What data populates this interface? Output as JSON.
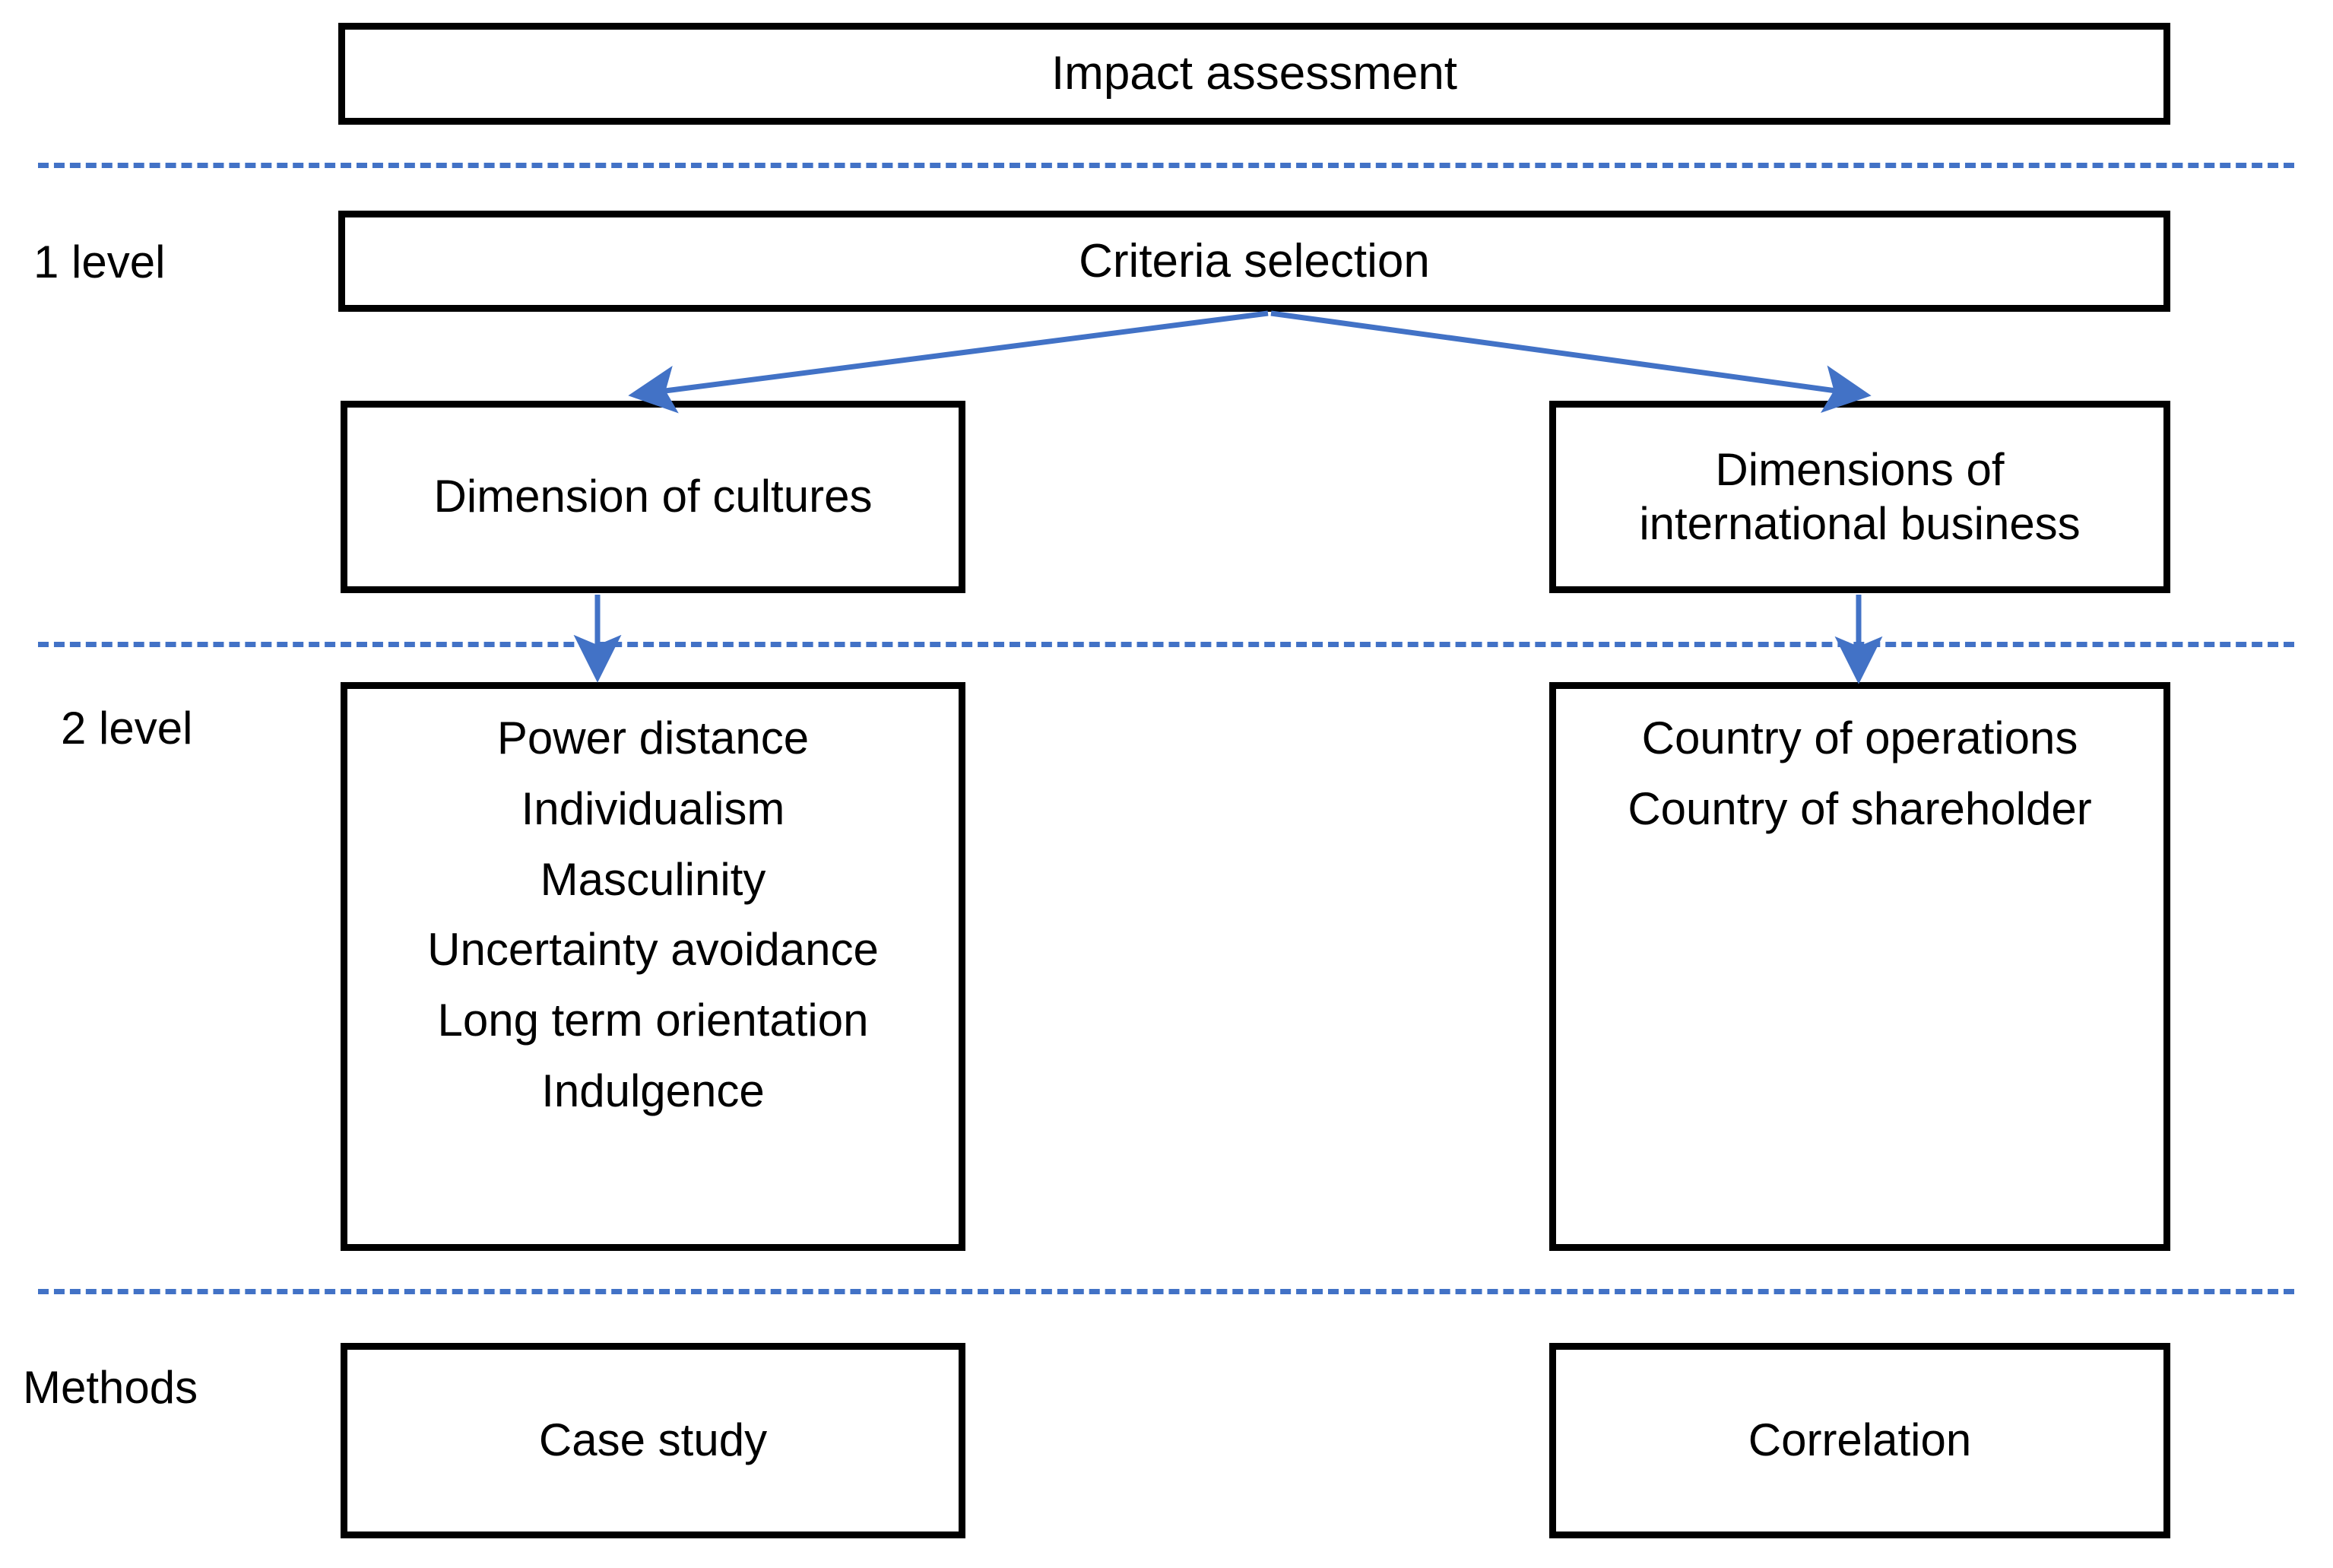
{
  "diagram": {
    "title_box": {
      "label": "Impact assessment"
    },
    "row_labels": {
      "level1": "1 level",
      "level2": "2 level",
      "methods": "Methods"
    },
    "level1": {
      "criteria_box": {
        "label": "Criteria selection"
      },
      "left_box": {
        "label": "Dimension of cultures"
      },
      "right_box": {
        "line1": "Dimensions of",
        "line2": "international business"
      }
    },
    "level2": {
      "culture_dimensions": [
        "Power distance",
        "Individualism",
        "Masculinity",
        "Uncertainty avoidance",
        "Long term orientation",
        "Indulgence"
      ],
      "business_dimensions": [
        "Country of operations",
        "Country of shareholder"
      ]
    },
    "methods": {
      "left_box": {
        "label": "Case study"
      },
      "right_box": {
        "label": "Correlation"
      }
    },
    "colors": {
      "arrow": "#4272c6",
      "divider": "#4272c6",
      "box_border": "#000000",
      "text": "#000000",
      "background": "#ffffff"
    }
  }
}
